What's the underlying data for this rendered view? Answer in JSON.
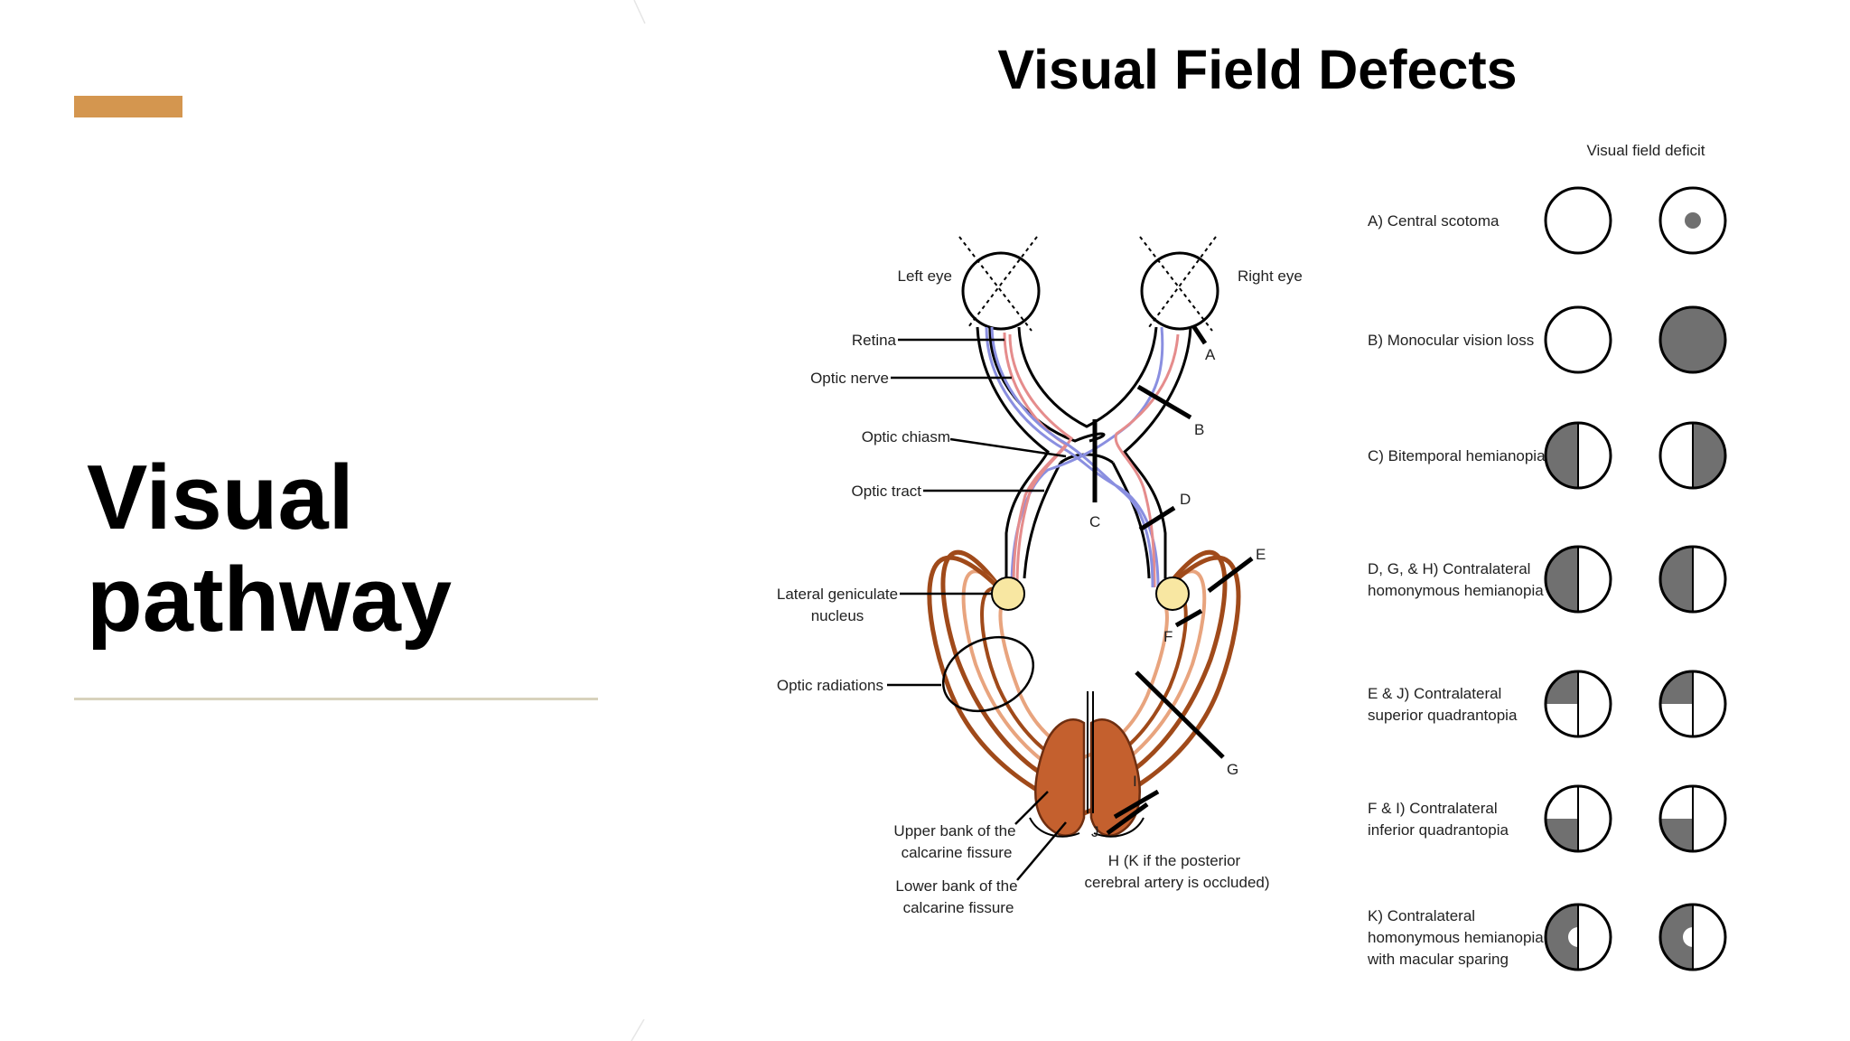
{
  "slide": {
    "title_line1": "Visual",
    "title_line2": "pathway",
    "accent_color": "#D4964F",
    "rule_color": "#D8D2BC"
  },
  "figure": {
    "title": "Visual Field Defects",
    "deficit_header": "Visual field deficit",
    "labels": {
      "left_eye": "Left eye",
      "right_eye": "Right eye",
      "retina": "Retina",
      "optic_nerve": "Optic nerve",
      "optic_chiasm": "Optic chiasm",
      "optic_tract": "Optic tract",
      "lgn_line1": "Lateral geniculate",
      "lgn_line2": "nucleus",
      "optic_radiations": "Optic radiations",
      "upper_bank_line1": "Upper bank of the",
      "upper_bank_line2": "calcarine fissure",
      "lower_bank_line1": "Lower bank of the",
      "lower_bank_line2": "calcarine fissure",
      "h_note_line1": "H (K if the posterior",
      "h_note_line2": "cerebral artery is occluded)"
    },
    "lesion_letters": {
      "a": "A",
      "b": "B",
      "c": "C",
      "d": "D",
      "e": "E",
      "f": "F",
      "g": "G",
      "i": "I",
      "j": "J"
    },
    "deficits": [
      {
        "lines": [
          "A) Central scotoma"
        ],
        "left_eye": "none",
        "right_eye": "central-spot"
      },
      {
        "lines": [
          "B) Monocular vision loss"
        ],
        "left_eye": "none",
        "right_eye": "full"
      },
      {
        "lines": [
          "C) Bitemporal hemianopia"
        ],
        "left_eye": "left-half",
        "right_eye": "right-half"
      },
      {
        "lines": [
          "D, G, & H) Contralateral",
          "homonymous hemianopia"
        ],
        "left_eye": "left-half",
        "right_eye": "left-half"
      },
      {
        "lines": [
          "E & J) Contralateral",
          "superior quadrantopia"
        ],
        "left_eye": "upper-left-quadrant",
        "right_eye": "upper-left-quadrant"
      },
      {
        "lines": [
          "F & I) Contralateral",
          "inferior quadrantopia"
        ],
        "left_eye": "lower-left-quadrant",
        "right_eye": "lower-left-quadrant"
      },
      {
        "lines": [
          "K) Contralateral",
          "homonymous hemianopia",
          "with macular sparing"
        ],
        "left_eye": "left-half-macular-sparing",
        "right_eye": "left-half-macular-sparing"
      }
    ],
    "colors": {
      "defect_fill": "#707070",
      "nasal_fiber": "#8A8FE0",
      "temporal_fiber": "#E58C8C",
      "lgn_fill": "#F8E7A2",
      "radiation_dark": "#A04A1A",
      "radiation_light": "#E8A47E",
      "cortex_fill": "#C4602E",
      "cortex_stroke": "#6E2E10"
    }
  }
}
